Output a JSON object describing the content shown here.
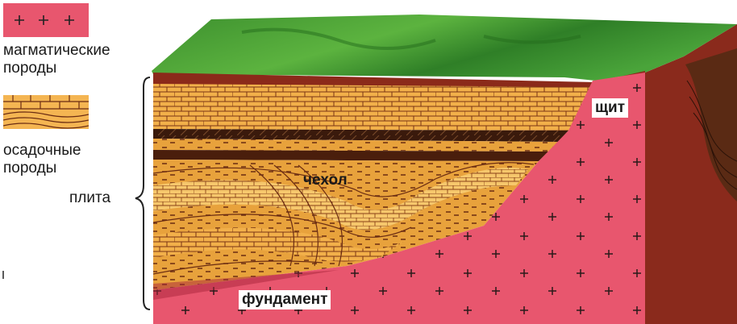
{
  "legend": {
    "magmatic_label": "магматические породы",
    "sedimentary_label": "осадочные породы",
    "magmatic_color": "#e8566e",
    "sedimentary_color": "#f2a640"
  },
  "labels": {
    "plate": "плита",
    "cover": "чехол",
    "shield": "щит",
    "basement": "фундамент"
  },
  "colors": {
    "grass": "#3f9a35",
    "topsoil": "#8b2a1a",
    "magma": "#e8566e",
    "magma_dark": "#b8283c",
    "rock_light": "#f4c26a",
    "rock_mid": "#e39a3a",
    "rock_dark": "#6b2c12"
  }
}
